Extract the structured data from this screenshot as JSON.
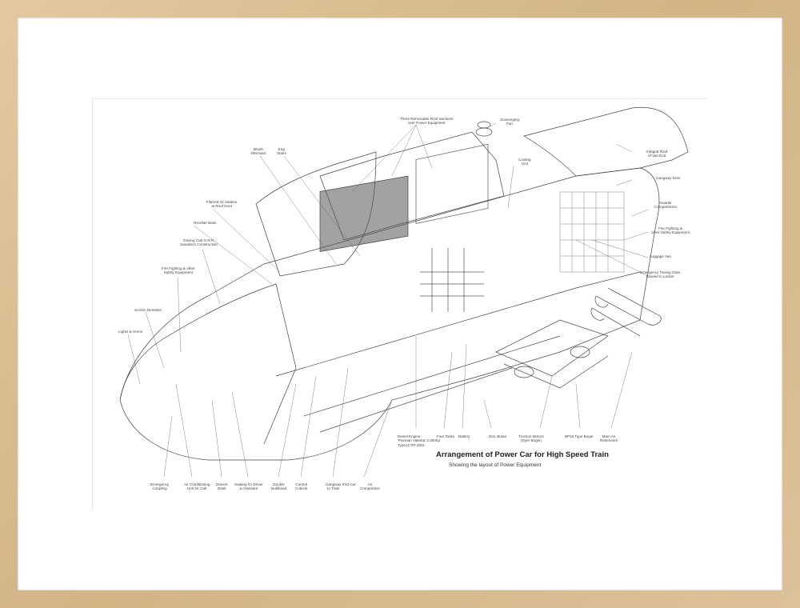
{
  "title": "Arrangement of Power Car for High Speed Train",
  "subtitle": "Showing the layout of Power Equipment",
  "colors": {
    "frame": "#d8bd92",
    "mat": "#ffffff",
    "ink": "#333333"
  },
  "labels": {
    "roof_sections": "Three Removable Roof Sections\nover Power Equipment",
    "scavenging_fan": "Scavenging\nFan",
    "brush_alternator": "Brush\nAlternator",
    "eng_stairs": "Eng\nStairs",
    "cooling_unit": "Cooling\nUnit",
    "integral_roof": "Integral Roof\nof Van End",
    "filtered_air": "Filtered Air Intakes\nat Roof level",
    "gangway_door": "Gangway Door",
    "rectifier_bank": "Rectifier Bank",
    "guards_compartment": "Guards\nCompartment",
    "driving_cab": "Driving Cab G.R.P.\nSandwich Construction",
    "fire_fighting_rear": "Fire Fighting &\nother Safety Equipment",
    "fire_fighting_front": "Fire Fighting & other\nSafety Equipment",
    "luggage_van": "Luggage Van",
    "emergency_towing": "Emergency Towing Gear\nStowed in Locker",
    "screen_demister": "Screen Demister",
    "lights_horns": "Lights & Horns",
    "diesel_engine": "Diesel Engine\n'Paxman Valenta' 2,250hp\nType12 RP 200L",
    "fuel_tanks": "Fuel Tanks",
    "battery": "Battery",
    "disc_brake": "Disc Brake",
    "traction_motors": "Traction Motors\n(Dyer Bogie)",
    "bogie": "BP16 Type Bogie",
    "main_air": "Main Air\nReservoirs",
    "emergency_coupling": "Emergency\nCoupling",
    "air_conditioning": "Air Conditioning\nUnit for Cab",
    "drivers_desk": "Drivers\nDesk",
    "seating": "Seating for Driver\n& Assistant",
    "double_bulkhead": "Double\nBulkhead",
    "control_cubicle": "Control\nCubicle",
    "gangway_train": "Gangway\nto Train",
    "end_car": "thrd Car",
    "air_compressor": "Air\nCompressor"
  }
}
